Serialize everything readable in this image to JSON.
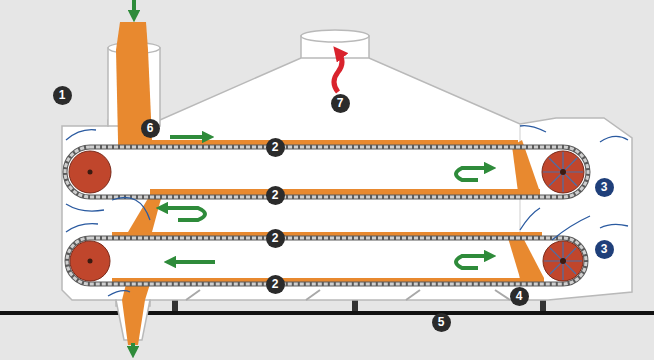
{
  "diagram": {
    "labels": [
      "1",
      "7",
      "6",
      "2",
      "3",
      "2",
      "2",
      "3",
      "2",
      "4",
      "5"
    ]
  }
}
